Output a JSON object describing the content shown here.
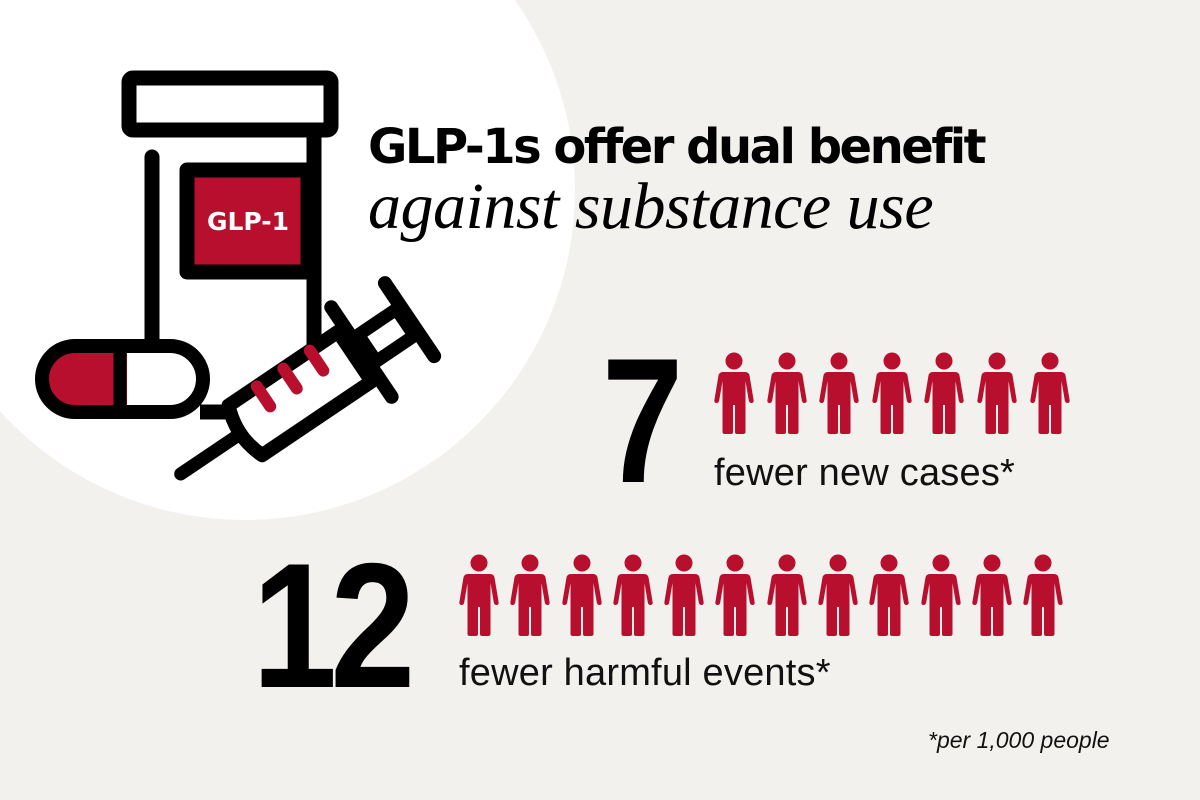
{
  "colors": {
    "background": "#f3f1ee",
    "circle": "#ffffff",
    "accent_red": "#b80f2e",
    "ink": "#000000"
  },
  "illustration": {
    "bottle_label": "GLP-1",
    "icons": [
      "pill-bottle-icon",
      "capsule-icon",
      "syringe-icon"
    ]
  },
  "headline": {
    "line1": "GLP-1s offer dual benefit",
    "line2": "against substance use"
  },
  "stats": [
    {
      "number": "7",
      "icon_count": 7,
      "icon": "person-icon",
      "label": "fewer new cases*"
    },
    {
      "number": "12",
      "icon_count": 12,
      "icon": "person-icon",
      "label": "fewer harmful events*"
    }
  ],
  "footnote": "*per 1,000 people",
  "chart_data": {
    "type": "pictogram",
    "title": "GLP-1s offer dual benefit against substance use",
    "unit": "per 1,000 people",
    "categories": [
      "fewer new cases",
      "fewer harmful events"
    ],
    "values": [
      7,
      12
    ]
  }
}
